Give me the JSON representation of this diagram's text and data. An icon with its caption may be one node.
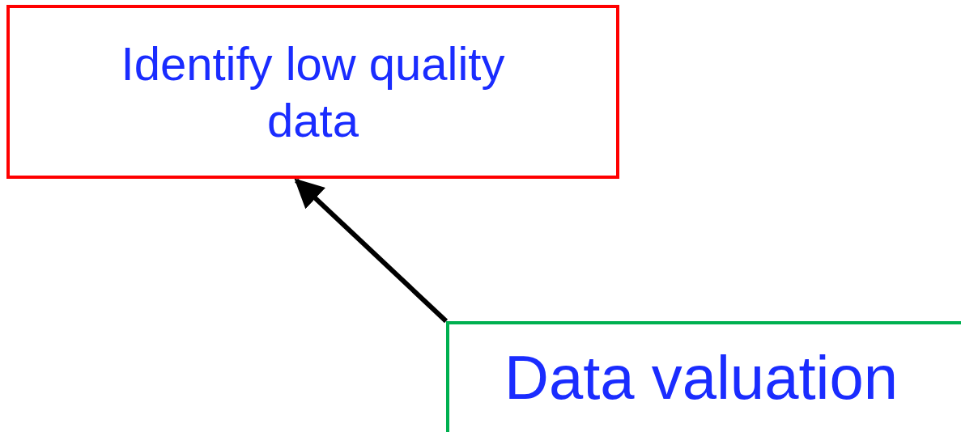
{
  "diagram": {
    "nodes": [
      {
        "text": [
          "Identify low quality data"
        ]
      },
      {
        "text": [
          "Data valuation"
        ]
      }
    ],
    "edges": [
      {
        "from": 1,
        "to": 0,
        "arrow": "to"
      }
    ]
  }
}
